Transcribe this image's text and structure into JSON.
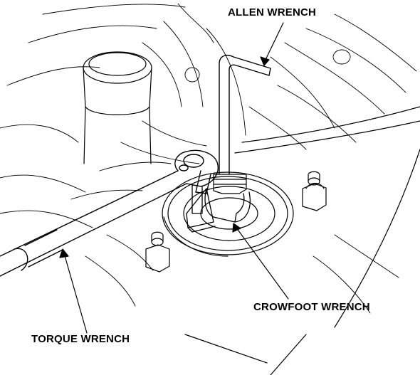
{
  "labels": {
    "allen_wrench": "ALLEN WRENCH",
    "crowfoot_wrench": "CROWFOOT WRENCH",
    "torque_wrench": "TORQUE WRENCH"
  },
  "colors": {
    "line": "#000000",
    "background": "#ffffff"
  }
}
